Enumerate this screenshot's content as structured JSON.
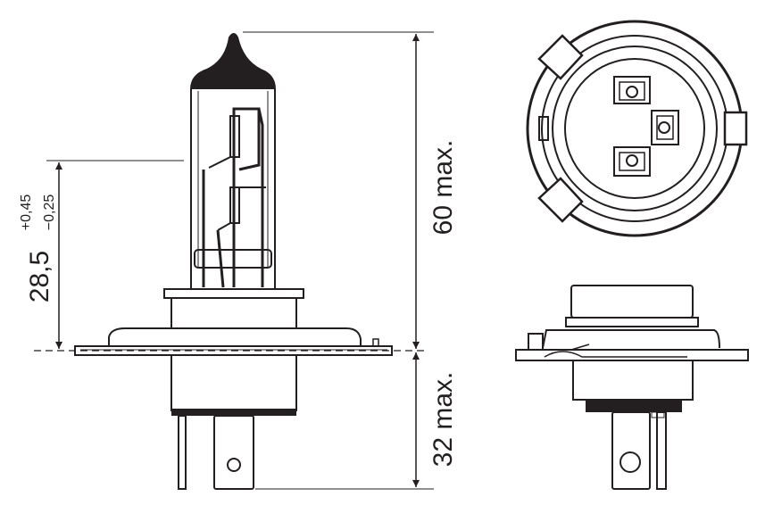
{
  "dimensions": {
    "height_max": "60 max.",
    "base_max": "32 max.",
    "focal_main": "28,5",
    "focal_tol_plus": "+0,45",
    "focal_tol_minus": "−0,25"
  },
  "views": {
    "side": "side-view",
    "top": "top-view",
    "front": "front-view"
  },
  "colors": {
    "line": "#231f20",
    "fill_light": "#ffffff",
    "fill_dark": "#231f20"
  }
}
